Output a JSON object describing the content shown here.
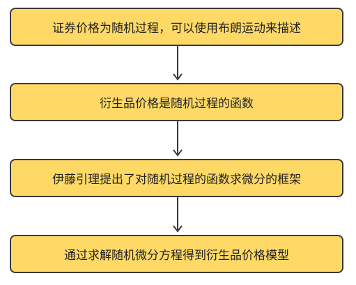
{
  "steps": [
    {
      "label": "证券价格为随机过程，可以使用布朗运动来描述"
    },
    {
      "label": "衍生品价格是随机过程的函数"
    },
    {
      "label": "伊藤引理提出了对随机过程的函数求微分的框架"
    },
    {
      "label": "通过求解随机微分方程得到衍生品价格模型"
    }
  ],
  "colors": {
    "box_fill": "#ffd966",
    "box_border": "#3a3a3a",
    "arrow": "#3a3a3a",
    "text": "#222222"
  }
}
